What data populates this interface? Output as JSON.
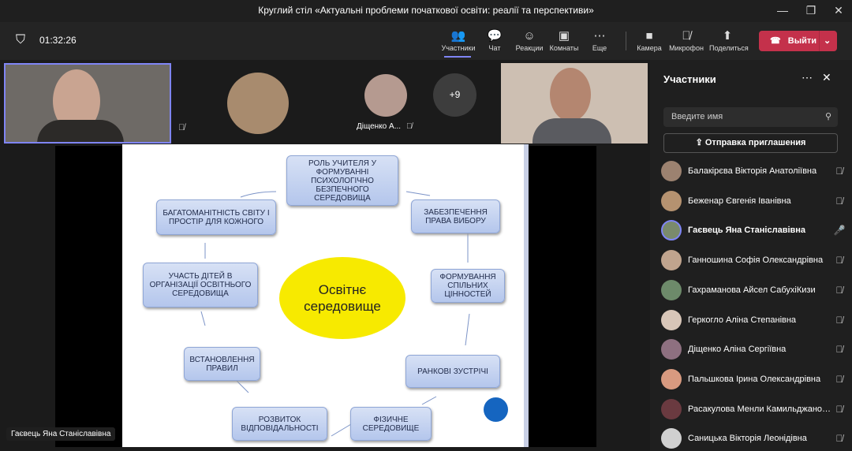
{
  "window": {
    "title": "Круглий стіл «Актуальні проблеми початкової освіти: реалії та перспективи»"
  },
  "toolbar": {
    "timer": "01:32:26",
    "items": [
      {
        "label": "Участники",
        "icon": "people-icon"
      },
      {
        "label": "Чат",
        "icon": "chat-icon"
      },
      {
        "label": "Реакции",
        "icon": "reactions-icon"
      },
      {
        "label": "Комнаты",
        "icon": "rooms-icon"
      },
      {
        "label": "Еще",
        "icon": "more-icon"
      },
      {
        "label": "Камера",
        "icon": "camera-icon"
      },
      {
        "label": "Микрофон",
        "icon": "mic-off-icon"
      },
      {
        "label": "Поделиться",
        "icon": "share-icon"
      }
    ],
    "leave": "Выйти"
  },
  "videos": {
    "tile_name": "Діщенко А...",
    "overflow": "+9",
    "speaker": "Гаєвець Яна Станіславівна"
  },
  "slide": {
    "center": "Освітнє середовище",
    "boxes": [
      "РОЛЬ УЧИТЕЛЯ У ФОРМУВАННІ ПСИХОЛОГІЧНО БЕЗПЕЧНОГО СЕРЕДОВИЩА",
      "ЗАБЕЗПЕЧЕННЯ ПРАВА ВИБОРУ",
      "ФОРМУВАННЯ СПІЛЬНИХ ЦІННОСТЕЙ",
      "РАНКОВІ ЗУСТРІЧІ",
      "ФІЗИЧНЕ СЕРЕДОВИЩЕ",
      "РОЗВИТОК ВІДПОВІДАЛЬНОСТІ",
      "ВСТАНОВЛЕННЯ ПРАВИЛ",
      "УЧАСТЬ ДІТЕЙ В ОРГАНІЗАЦІЇ ОСВІТНЬОГО СЕРЕДОВИЩА",
      "БАГАТОМАНІТНІСТЬ СВІТУ І ПРОСТІР ДЛЯ КОЖНОГО"
    ]
  },
  "panel": {
    "title": "Участники",
    "search_placeholder": "Введите имя",
    "invite": "Отправка приглашения",
    "participants": [
      {
        "name": "Балакірєва Вікторія Анатоліївна",
        "mic": "off"
      },
      {
        "name": "Беженар Євгенія Іванівна",
        "mic": "off"
      },
      {
        "name": "Гаєвець Яна Станіславівна",
        "mic": "on"
      },
      {
        "name": "Ганношина Софія Олександрівна",
        "mic": "off"
      },
      {
        "name": "Гахраманова Айсел СабухіКизи",
        "mic": "off"
      },
      {
        "name": "Геркогло Аліна Степанівна",
        "mic": "off"
      },
      {
        "name": "Діщенко Аліна Сергіївна",
        "mic": "off"
      },
      {
        "name": "Пальшкова Ірина Олександрівна",
        "mic": "off"
      },
      {
        "name": "Расакулова Менли Камильджановна",
        "mic": "off"
      },
      {
        "name": "Саницька Вікторія Леонідівна",
        "mic": "off"
      }
    ]
  },
  "colors": {
    "leave": "#c4314b",
    "accent": "#7f85f5"
  }
}
